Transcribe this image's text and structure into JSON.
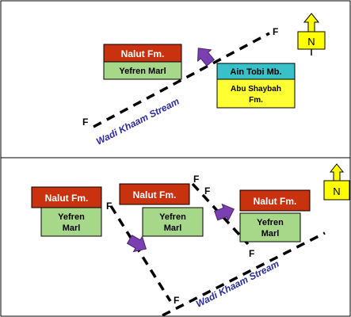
{
  "colors": {
    "nalut": "#c8320f",
    "yefren": "#a7d88a",
    "ain_tobi": "#39c1c9",
    "abu_shaybah": "#ffff33",
    "north_arrow": "#ffff00",
    "stream_text": "#2b2b9e",
    "movement_arrow": "#7a3fb0"
  },
  "top_panel": {
    "nalut_label": "Nalut Fm.",
    "yefren_label": "Yefren Marl",
    "ain_tobi_label": "Ain Tobi Mb.",
    "abu_shaybah_line1": "Abu Shaybah",
    "abu_shaybah_line2": "Fm.",
    "stream_label": "Wadi Khaam Stream",
    "fault_label_top": "F",
    "fault_label_bottom": "F",
    "north_label": "N",
    "arrow_icon": "arrow-up-right-icon"
  },
  "bottom_panel": {
    "blocks": [
      {
        "nalut_label": "Nalut Fm.",
        "yefren_line1": "Yefren",
        "yefren_line2": "Marl"
      },
      {
        "nalut_label": "Nalut Fm.",
        "yefren_line1": "Yefren",
        "yefren_line2": "Marl"
      },
      {
        "nalut_label": "Nalut Fm.",
        "yefren_line1": "Yefren",
        "yefren_line2": "Marl"
      }
    ],
    "fault_labels": [
      "F",
      "F",
      "F",
      "F",
      "F"
    ],
    "stream_label": "Wadi Khaam Stream",
    "north_label": "N"
  }
}
